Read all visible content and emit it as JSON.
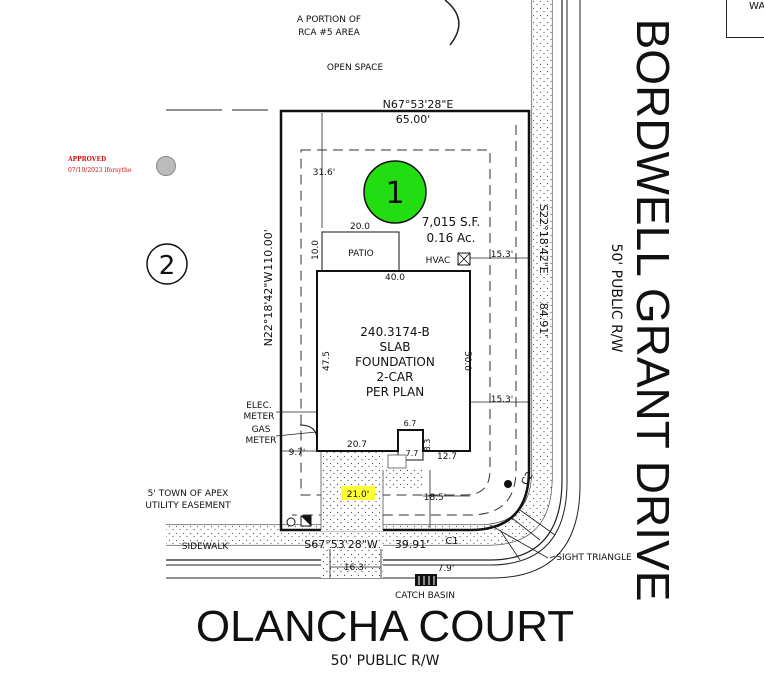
{
  "labels": {
    "rca_line1": "A PORTION OF",
    "rca_line2": "RCA #5 AREA",
    "open_space": "OPEN SPACE",
    "north_bearing": "N67°53'28\"E",
    "north_distance": "65.00'",
    "lot_number": "1",
    "adjacent_lot": "2",
    "area_sf": "7,015 S.F.",
    "area_ac": "0.16 Ac.",
    "patio": "PATIO",
    "hvac": "HVAC",
    "house_line1": "240.3174-B",
    "house_line2": "SLAB",
    "house_line3": "FOUNDATION",
    "house_line4": "2-CAR",
    "house_line5": "PER PLAN",
    "west_bearing": "N22°18'42\"W",
    "west_distance": "110.00'",
    "east_bearing": "S22°18'42\"E",
    "east_distance": "84.91'",
    "south_bearing": "S67°53'28\"W",
    "south_distance": "39.91'",
    "elec_meter1": "ELEC.",
    "elec_meter2": "METER",
    "gas_meter1": "GAS",
    "gas_meter2": "METER",
    "easement1": "5' TOWN OF APEX",
    "easement2": "UTILITY EASEMENT",
    "sidewalk": "SIDEWALK",
    "sight_triangle": "SIGHT TRIANGLE",
    "catch_basin": "CATCH BASIN",
    "curve_c1": "C1",
    "curve_c2": "C2",
    "street_south": "OLANCHA COURT",
    "street_south_row": "50' PUBLIC R/W",
    "street_east": "BORDWELL GRANT DRIVE",
    "street_east_row": "50' PUBLIC R/W",
    "approved": "APPROVED",
    "approved_date": "07/19/2023 lforsythe",
    "legend_text": "WA"
  },
  "dims": {
    "rear_setback": "31.6'",
    "patio_w": "20.0",
    "patio_d": "10.0",
    "house_w": "40.0",
    "house_d_left": "47.5",
    "house_d_right": "50.0",
    "side_right_top": "15.3'",
    "side_right_mid": "15.3'",
    "side_left": "9.7'",
    "garage_left": "20.7",
    "stoop_w": "6.7",
    "stoop_d": "8.3",
    "stoop_small": "7.7",
    "garage_right": "12.7",
    "driveway": "21.0'",
    "front_right": "18.5'",
    "walk_w": "16.3'",
    "walk_small": "7.9'"
  },
  "colors": {
    "lot_marker": "#22dd11",
    "highlight": "#ffff33",
    "approved": "#d01010"
  }
}
